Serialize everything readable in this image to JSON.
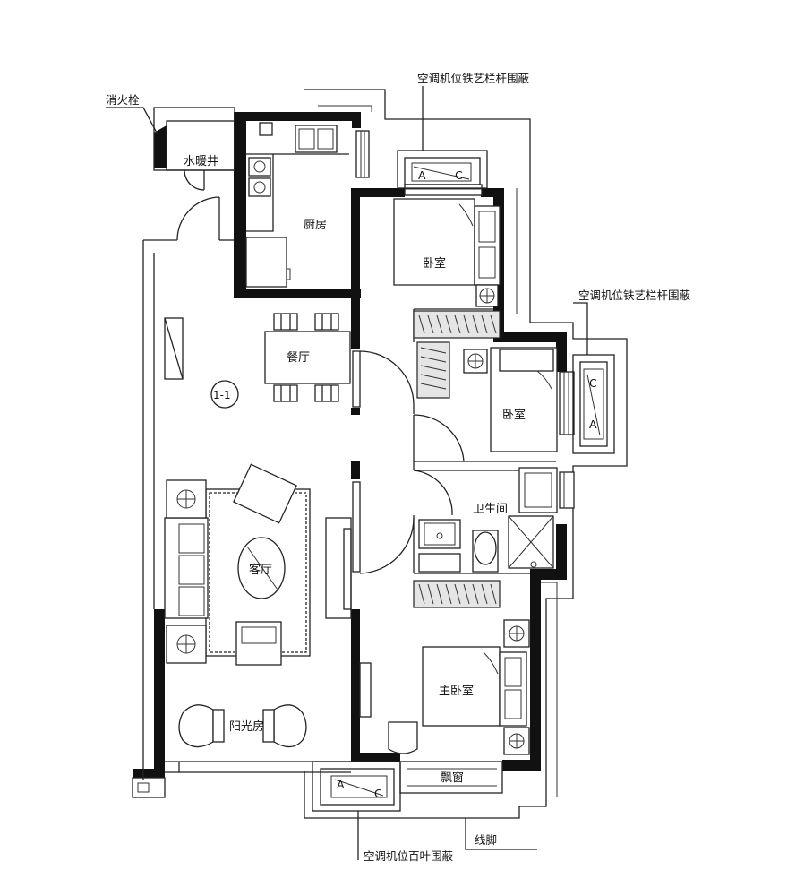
{
  "rooms": {
    "kitchen": "厨房",
    "bedroom_top": "卧室",
    "bedroom_mid": "卧室",
    "dining": "餐厅",
    "living": "客厅",
    "bathroom": "卫生间",
    "master_bedroom": "主卧室",
    "sunroom": "阳光房",
    "bay_window": "飘窗",
    "water_heating_shaft": "水暖井"
  },
  "unit_label": "1-1",
  "annotations": {
    "fire_hydrant": "消火栓",
    "ac_rail_top": "空调机位铁艺栏杆围蔽",
    "ac_rail_right": "空调机位铁艺栏杆围蔽",
    "ac_louver_bottom": "空调机位百叶围蔽",
    "skirting": "线脚"
  },
  "ac_unit_letters": {
    "a": "A",
    "c": "C"
  }
}
